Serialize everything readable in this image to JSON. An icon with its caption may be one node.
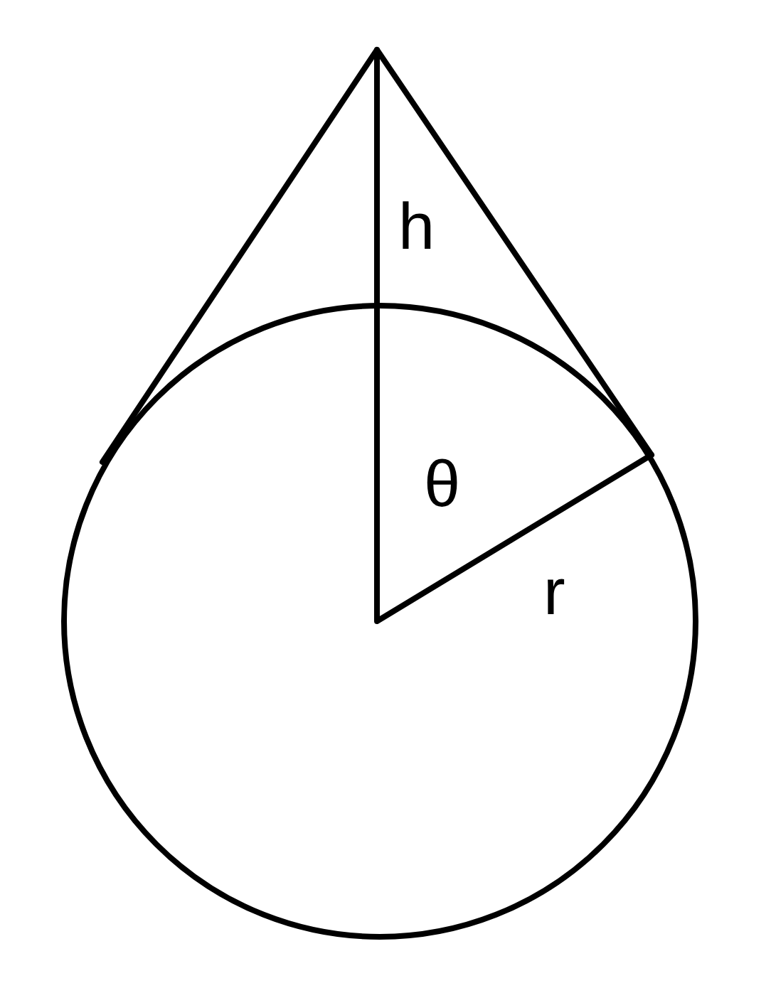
{
  "diagram": {
    "labels": [
      "h",
      "θ",
      "r"
    ]
  }
}
